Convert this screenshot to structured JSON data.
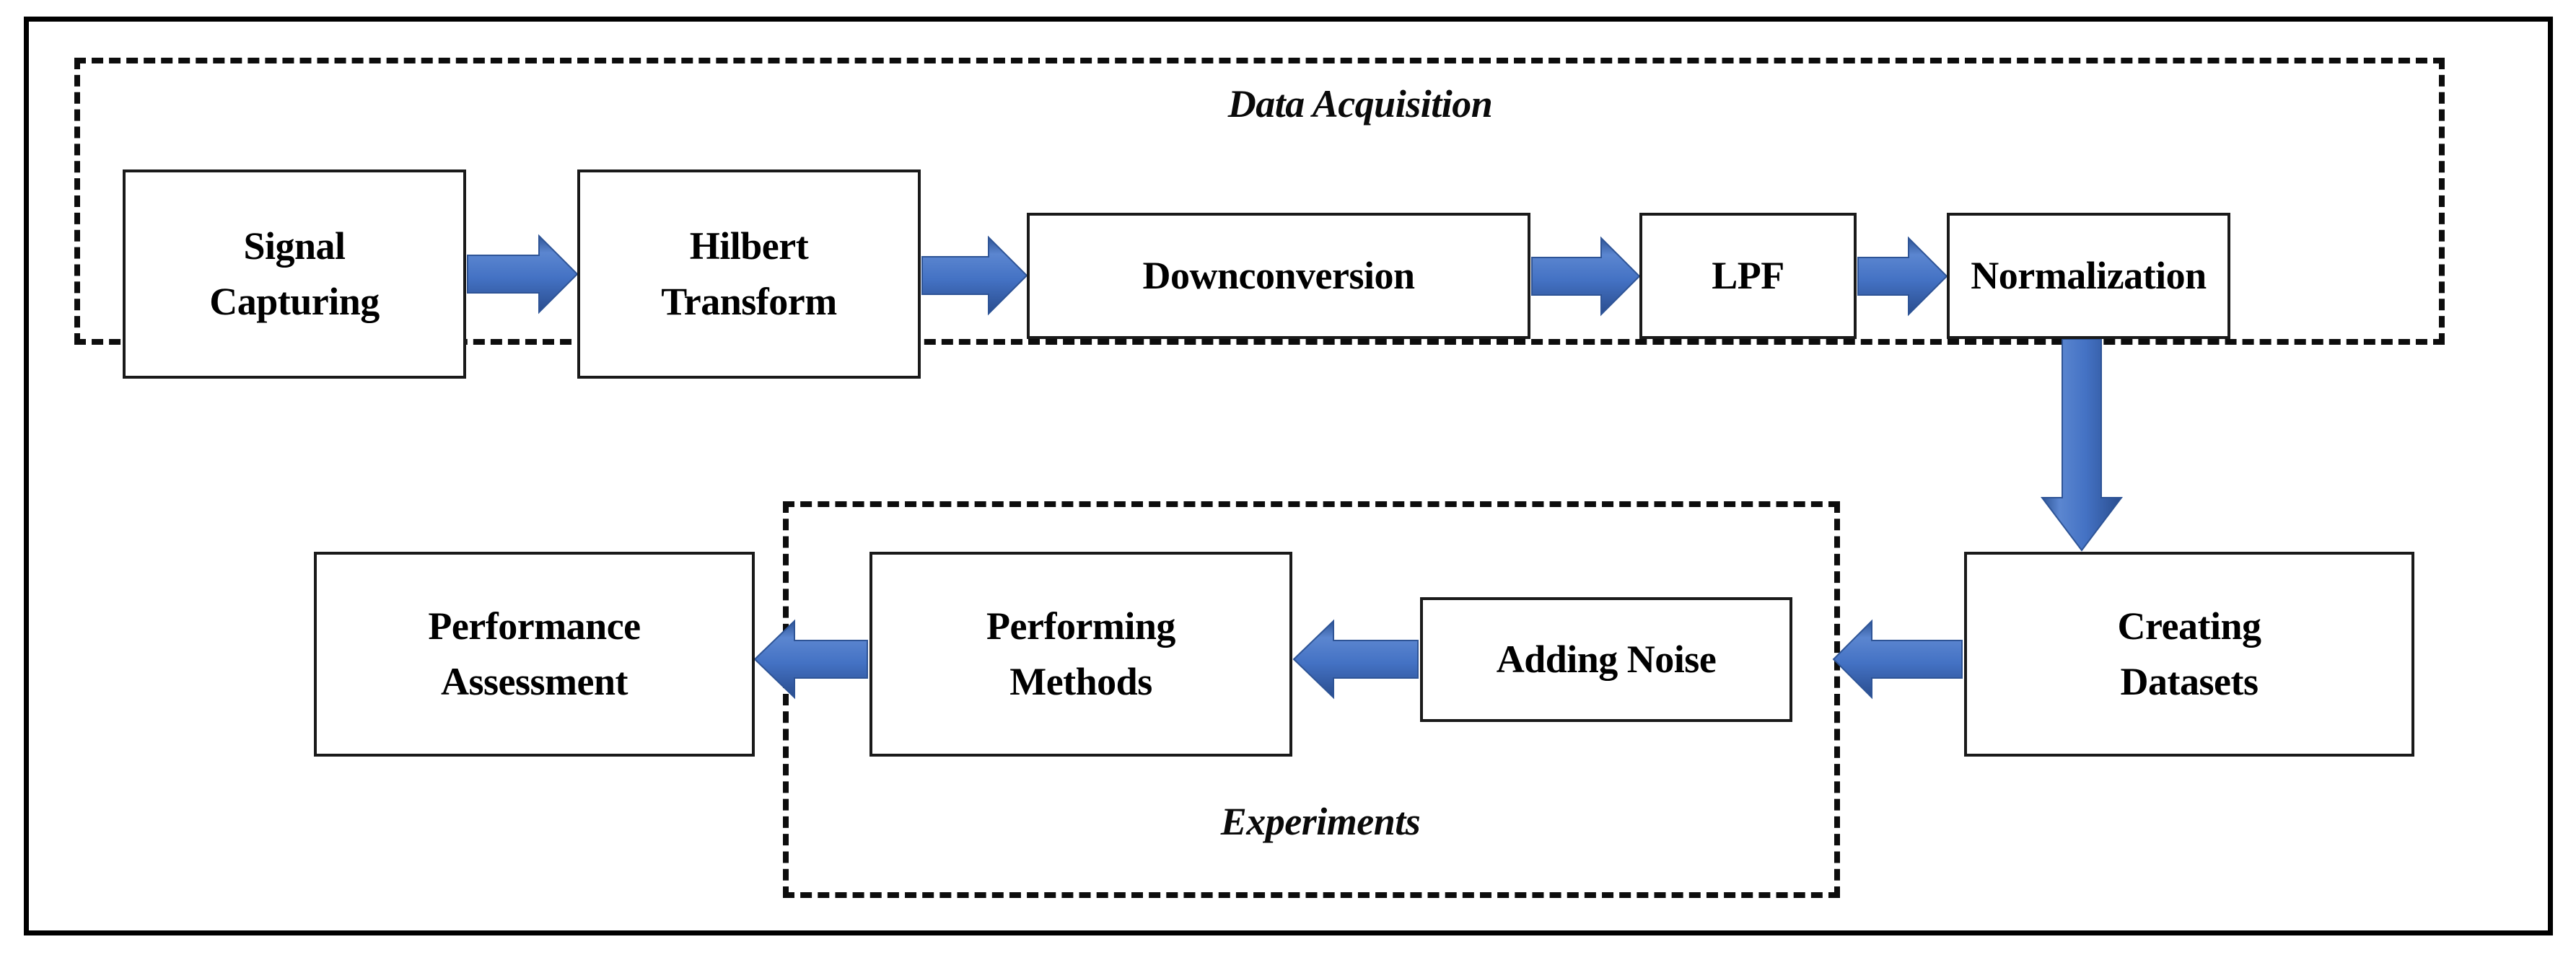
{
  "diagram": {
    "title": "Signal processing and experiment pipeline flowchart",
    "accent_color": "#4472C4",
    "accent_dark": "#2E5496",
    "line_color": "#000000",
    "box_border_color": "#1A1A1A",
    "background": "#FFFFFF"
  },
  "groups": [
    {
      "id": "data-acquisition",
      "label": "Data Acquisition",
      "style": "dashed"
    },
    {
      "id": "experiments",
      "label": "Experiments",
      "style": "dashed"
    }
  ],
  "nodes": [
    {
      "id": "signal-capturing",
      "line1": "Signal",
      "line2": "Capturing",
      "group": "data-acquisition"
    },
    {
      "id": "hilbert-transform",
      "line1": "Hilbert",
      "line2": "Transform",
      "group": "data-acquisition"
    },
    {
      "id": "downconversion",
      "line1": "Downconversion",
      "line2": "",
      "group": "data-acquisition"
    },
    {
      "id": "lpf",
      "line1": "LPF",
      "line2": "",
      "group": "data-acquisition"
    },
    {
      "id": "normalization",
      "line1": "Normalization",
      "line2": "",
      "group": "data-acquisition"
    },
    {
      "id": "creating-datasets",
      "line1": "Creating",
      "line2": "Datasets",
      "group": ""
    },
    {
      "id": "adding-noise",
      "line1": "Adding Noise",
      "line2": "",
      "group": "experiments"
    },
    {
      "id": "performing-methods",
      "line1": "Performing",
      "line2": "Methods",
      "group": "experiments"
    },
    {
      "id": "performance-assessment",
      "line1": "Performance",
      "line2": "Assessment",
      "group": ""
    }
  ],
  "edges": [
    {
      "from": "signal-capturing",
      "to": "hilbert-transform",
      "direction": "right"
    },
    {
      "from": "hilbert-transform",
      "to": "downconversion",
      "direction": "right"
    },
    {
      "from": "downconversion",
      "to": "lpf",
      "direction": "right"
    },
    {
      "from": "lpf",
      "to": "normalization",
      "direction": "right"
    },
    {
      "from": "normalization",
      "to": "creating-datasets",
      "direction": "down"
    },
    {
      "from": "creating-datasets",
      "to": "adding-noise",
      "direction": "left"
    },
    {
      "from": "adding-noise",
      "to": "performing-methods",
      "direction": "left"
    },
    {
      "from": "performing-methods",
      "to": "performance-assessment",
      "direction": "left"
    }
  ]
}
